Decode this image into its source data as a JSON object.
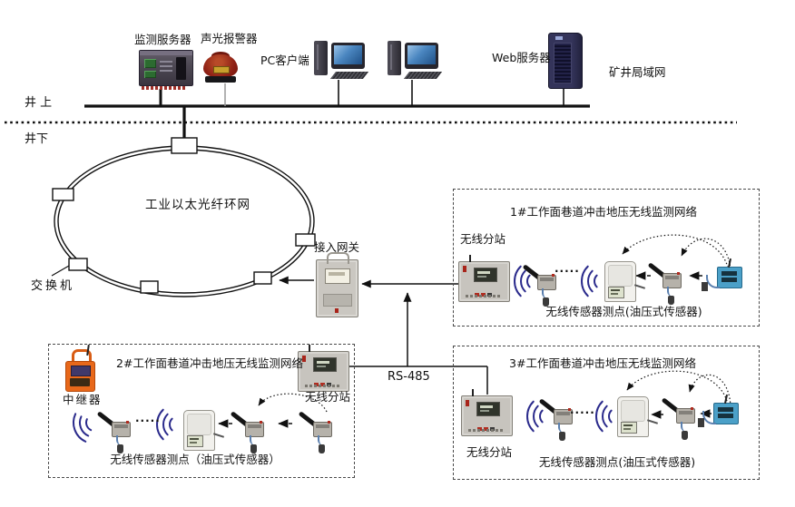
{
  "surface": {
    "above_label": "井 上",
    "below_label": "井下",
    "monitor_server": "监测服务器",
    "alarm": "声光报警器",
    "pc_client": "PC客户端",
    "web_server": "Web服务器",
    "mine_lan": "矿井局域网"
  },
  "ring": {
    "label": "工业以太光纤环网",
    "switch": "交换机",
    "gateway": "接入网关"
  },
  "rs485": "RS-485",
  "dots": "·····",
  "networks": [
    {
      "title": "1#工作面巷道冲击地压无线监测网络",
      "substation": "无线分站",
      "sensors": "无线传感器测点(油压式传感器)"
    },
    {
      "title": "2#工作面巷道冲击地压无线监测网络",
      "repeater": "中继器",
      "substation": "无线分站",
      "sensors": "无线传感器测点（油压式传感器）"
    },
    {
      "title": "3#工作面巷道冲击地压无线监测网络",
      "substation": "无线分站",
      "sensors": "无线传感器测点(油压式传感器)"
    }
  ],
  "colors": {
    "wave": "#2b2b8c",
    "line": "#111111",
    "repeater_orange": "#e8681a",
    "alarm_red": "#8e2015",
    "sensor_blue": "#4ba0c8"
  }
}
